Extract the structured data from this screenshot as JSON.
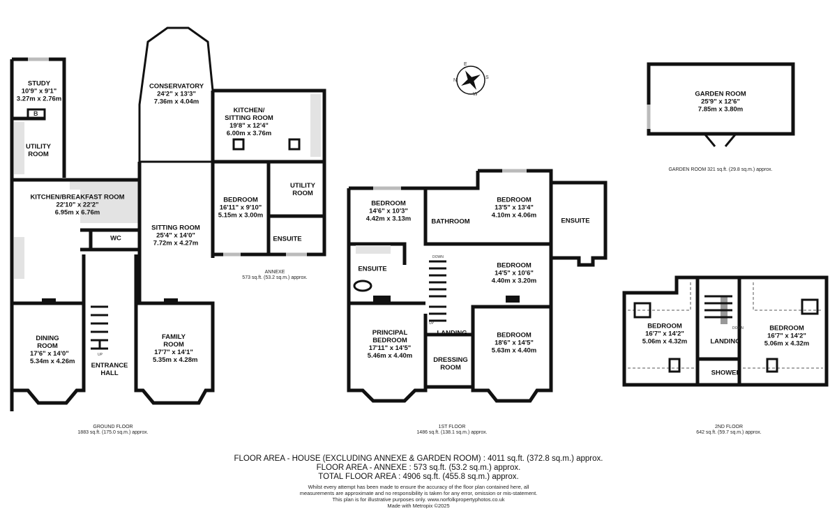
{
  "ground_floor": {
    "label": "GROUND FLOOR",
    "area": "1883 sq.ft. (175.0 sq.m.) approx.",
    "rooms": [
      {
        "name": "STUDY",
        "imperial": "10'9\"  x 9'1\"",
        "metric": "3.27m  x 2.76m"
      },
      {
        "name": "UTILITY ROOM",
        "imperial": "",
        "metric": ""
      },
      {
        "name": "CONSERVATORY",
        "imperial": "24'2\"  x 13'3\"",
        "metric": "7.36m  x 4.04m"
      },
      {
        "name": "KITCHEN/BREAKFAST ROOM",
        "imperial": "22'10\"  x 22'2\"",
        "metric": "6.95m  x 6.76m"
      },
      {
        "name": "WC",
        "imperial": "",
        "metric": ""
      },
      {
        "name": "SITTING ROOM",
        "imperial": "25'4\"  x 14'0\"",
        "metric": "7.72m  x 4.27m"
      },
      {
        "name": "DINING ROOM",
        "imperial": "17'6\"  x 14'0\"",
        "metric": "5.34m  x 4.26m"
      },
      {
        "name": "ENTRANCE HALL",
        "imperial": "",
        "metric": ""
      },
      {
        "name": "FAMILY ROOM",
        "imperial": "17'7\"  x 14'1\"",
        "metric": "5.35m  x 4.28m"
      }
    ],
    "boiler": "B",
    "stairs_up": "UP"
  },
  "annexe": {
    "label": "ANNEXE",
    "area": "573 sq.ft. (53.2 sq.m.) approx.",
    "rooms": [
      {
        "name": "KITCHEN/ SITTING ROOM",
        "imperial": "19'8\"  x 12'4\"",
        "metric": "6.00m  x 3.76m"
      },
      {
        "name": "UTILITY ROOM",
        "imperial": "",
        "metric": ""
      },
      {
        "name": "BEDROOM",
        "imperial": "16'11\"  x 9'10\"",
        "metric": "5.15m  x 3.00m"
      },
      {
        "name": "ENSUITE",
        "imperial": "",
        "metric": ""
      }
    ]
  },
  "first_floor": {
    "label": "1ST FLOOR",
    "area": "1486 sq.ft. (138.1 sq.m.) approx.",
    "rooms": [
      {
        "name": "BEDROOM",
        "imperial": "14'6\"  x 10'3\"",
        "metric": "4.42m  x 3.13m"
      },
      {
        "name": "BATHROOM",
        "imperial": "",
        "metric": ""
      },
      {
        "name": "BEDROOM",
        "imperial": "13'5\"  x 13'4\"",
        "metric": "4.10m  x 4.06m"
      },
      {
        "name": "ENSUITE",
        "imperial": "",
        "metric": ""
      },
      {
        "name": "ENSUITE",
        "imperial": "",
        "metric": ""
      },
      {
        "name": "BEDROOM",
        "imperial": "14'5\"  x 10'6\"",
        "metric": "4.40m  x 3.20m"
      },
      {
        "name": "PRINCIPAL BEDROOM",
        "imperial": "17'11\"  x 14'5\"",
        "metric": "5.46m  x 4.40m"
      },
      {
        "name": "LANDING",
        "imperial": "",
        "metric": ""
      },
      {
        "name": "DRESSING ROOM",
        "imperial": "",
        "metric": ""
      },
      {
        "name": "BEDROOM",
        "imperial": "18'6\"  x 14'5\"",
        "metric": "5.63m  x 4.40m"
      }
    ],
    "stairs_down": "DOWN",
    "stairs_up": "UP"
  },
  "second_floor": {
    "label": "2ND FLOOR",
    "area": "642 sq.ft. (59.7 sq.m.) approx.",
    "rooms": [
      {
        "name": "BEDROOM",
        "imperial": "16'7\"  x 14'2\"",
        "metric": "5.06m  x 4.32m"
      },
      {
        "name": "LANDING",
        "imperial": "",
        "metric": ""
      },
      {
        "name": "BEDROOM",
        "imperial": "16'7\"  x 14'2\"",
        "metric": "5.06m  x 4.32m"
      },
      {
        "name": "SHOWER",
        "imperial": "",
        "metric": ""
      }
    ],
    "stairs_down": "DOWN"
  },
  "garden_room": {
    "label": "GARDEN ROOM",
    "area": "321 sq.ft. (29.8 sq.m.) approx.",
    "room": {
      "name": "GARDEN ROOM",
      "imperial": "25'9\"  x 12'6\"",
      "metric": "7.85m  x 3.80m"
    }
  },
  "compass": {
    "n": "N",
    "e": "E",
    "s": "S",
    "w": "W"
  },
  "summary": {
    "house": "FLOOR AREA - HOUSE (EXCLUDING ANNEXE & GARDEN ROOM) : 4011 sq.ft. (372.8 sq.m.) approx.",
    "annexe": "FLOOR AREA - ANNEXE : 573 sq.ft. (53.2 sq.m.) approx.",
    "total": "TOTAL FLOOR AREA : 4906 sq.ft. (455.8 sq.m.) approx."
  },
  "disclaimer": [
    "Whilst every attempt has been made to ensure the accuracy of the floor plan contained here, all",
    "measurements are approximate and no responsibility is taken for any error, omission or mis-statement.",
    "This plan is for illustrative purposes only. www.norfolkpropertyphotos.co.uk",
    "Made with Metropix ©2025"
  ]
}
